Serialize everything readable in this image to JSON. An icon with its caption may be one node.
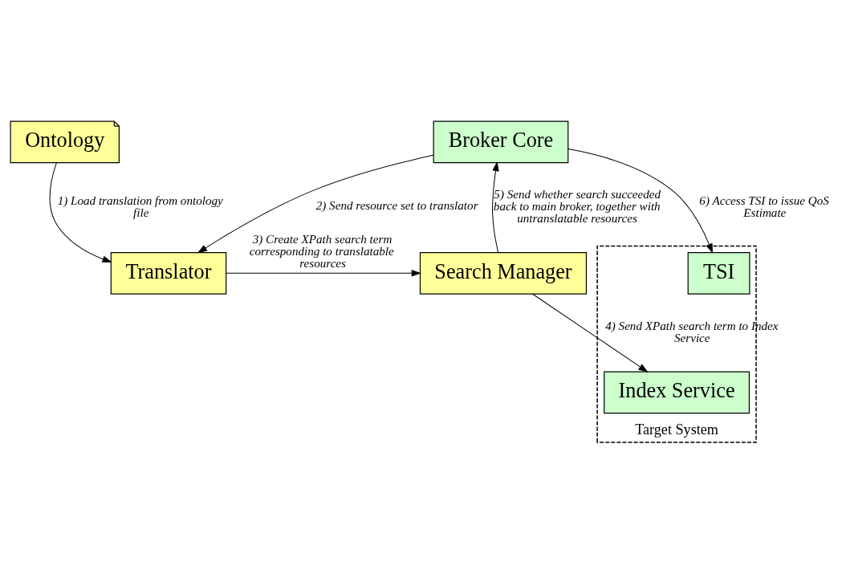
{
  "diagram": {
    "nodes": [
      {
        "text": [
          "Broker Core"
        ]
      },
      {
        "text": [
          "Translator"
        ]
      },
      {
        "text": [
          "Search Manager"
        ]
      },
      {
        "text": [
          "Target System"
        ]
      },
      {
        "text": [
          "TSI"
        ],
        "in": 3
      },
      {
        "text": [
          "Index Service"
        ],
        "in": 3
      },
      {
        "text": [
          "Ontology"
        ]
      }
    ],
    "edges": [
      {
        "from": 0,
        "to": 1,
        "arrow": "to",
        "label": "2) Send resource set to translator"
      },
      {
        "from": 1,
        "to": 2,
        "arrow": "to",
        "label": "3) Create XPath search term corresponding to translatable resources"
      },
      {
        "from": 2,
        "to": 0,
        "arrow": "to",
        "label": "5) Send whether search succeeded back to main broker, together with untranslatable resources"
      },
      {
        "from": 0,
        "to": 4,
        "arrow": "to",
        "label": "6) Access TSI to issue QoS Estimate"
      },
      {
        "from": 2,
        "to": 5,
        "arrow": "to",
        "label": "4) Send XPath search term to Index Service"
      },
      {
        "from": 6,
        "to": 1,
        "arrow": "to",
        "label": "1) Load translation from ontology file"
      }
    ]
  }
}
